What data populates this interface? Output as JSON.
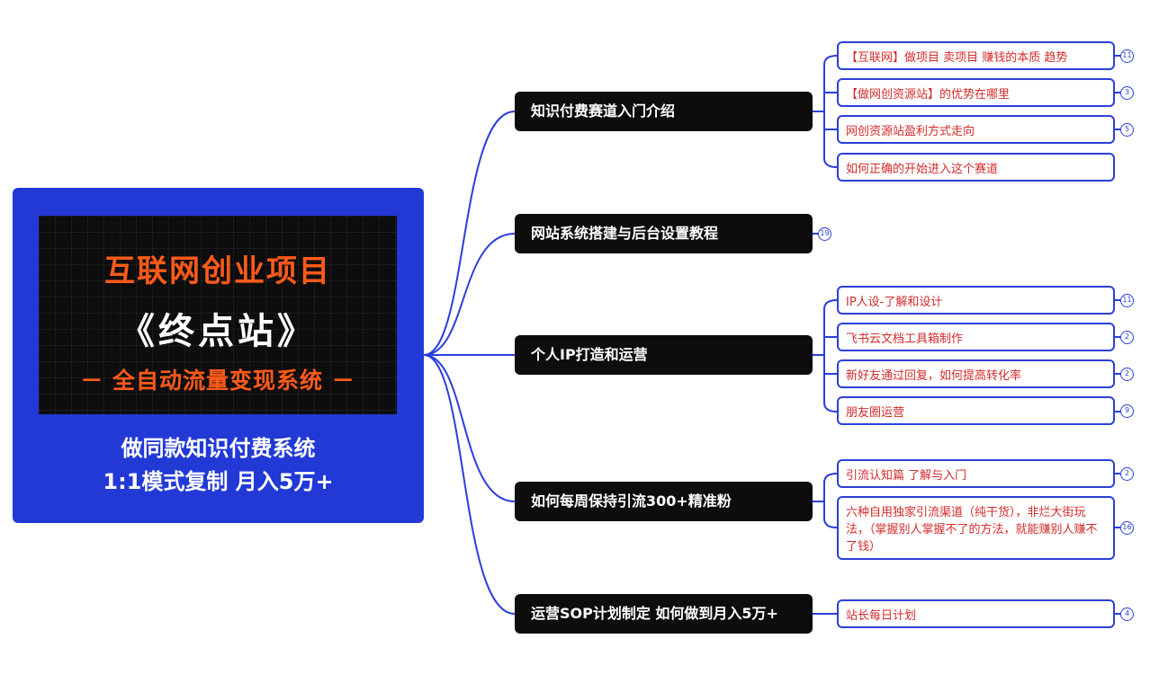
{
  "root": {
    "banner": {
      "line1": "互联网创业项目",
      "line2": "《终点站》",
      "line3": "－ 全自动流量变现系统 －"
    },
    "text1": "做同款知识付费系统",
    "text2": "1:1模式复制  月入5万+"
  },
  "branches": [
    {
      "label": "知识付费赛道入门介绍",
      "children": [
        {
          "label": "【互联网】做项目 卖项目 赚钱的本质 趋势",
          "badge": "11"
        },
        {
          "label": "【做网创资源站】的优势在哪里",
          "badge": "3"
        },
        {
          "label": "网创资源站盈利方式走向",
          "badge": "5"
        },
        {
          "label": "如何正确的开始进入这个赛道",
          "badge": ""
        }
      ]
    },
    {
      "label": "网站系统搭建与后台设置教程",
      "badge": "19",
      "children": []
    },
    {
      "label": "个人IP打造和运营",
      "children": [
        {
          "label": "IP人设-了解和设计",
          "badge": "11"
        },
        {
          "label": "飞书云文档工具箱制作",
          "badge": "2"
        },
        {
          "label": "新好友通过回复，如何提高转化率",
          "badge": "2"
        },
        {
          "label": "朋友圈运营",
          "badge": "9"
        }
      ]
    },
    {
      "label": "如何每周保持引流300+精准粉",
      "children": [
        {
          "label": "引流认知篇  了解与入门",
          "badge": "2"
        },
        {
          "label": "六种自用独家引流渠道（纯干货），非烂大街玩法，（掌握别人掌握不了的方法，就能赚别人赚不了钱）",
          "badge": "16"
        }
      ]
    },
    {
      "label": "运营SOP计划制定 如何做到月入5万+",
      "children": [
        {
          "label": "站长每日计划",
          "badge": "4"
        }
      ]
    }
  ],
  "colors": {
    "root_bg": "#2239d6",
    "banner_accent": "#ff5a1a",
    "branch_bg": "#0d0d0d",
    "connector": "#2b3fd9",
    "leaf_text": "#d42a2a"
  }
}
